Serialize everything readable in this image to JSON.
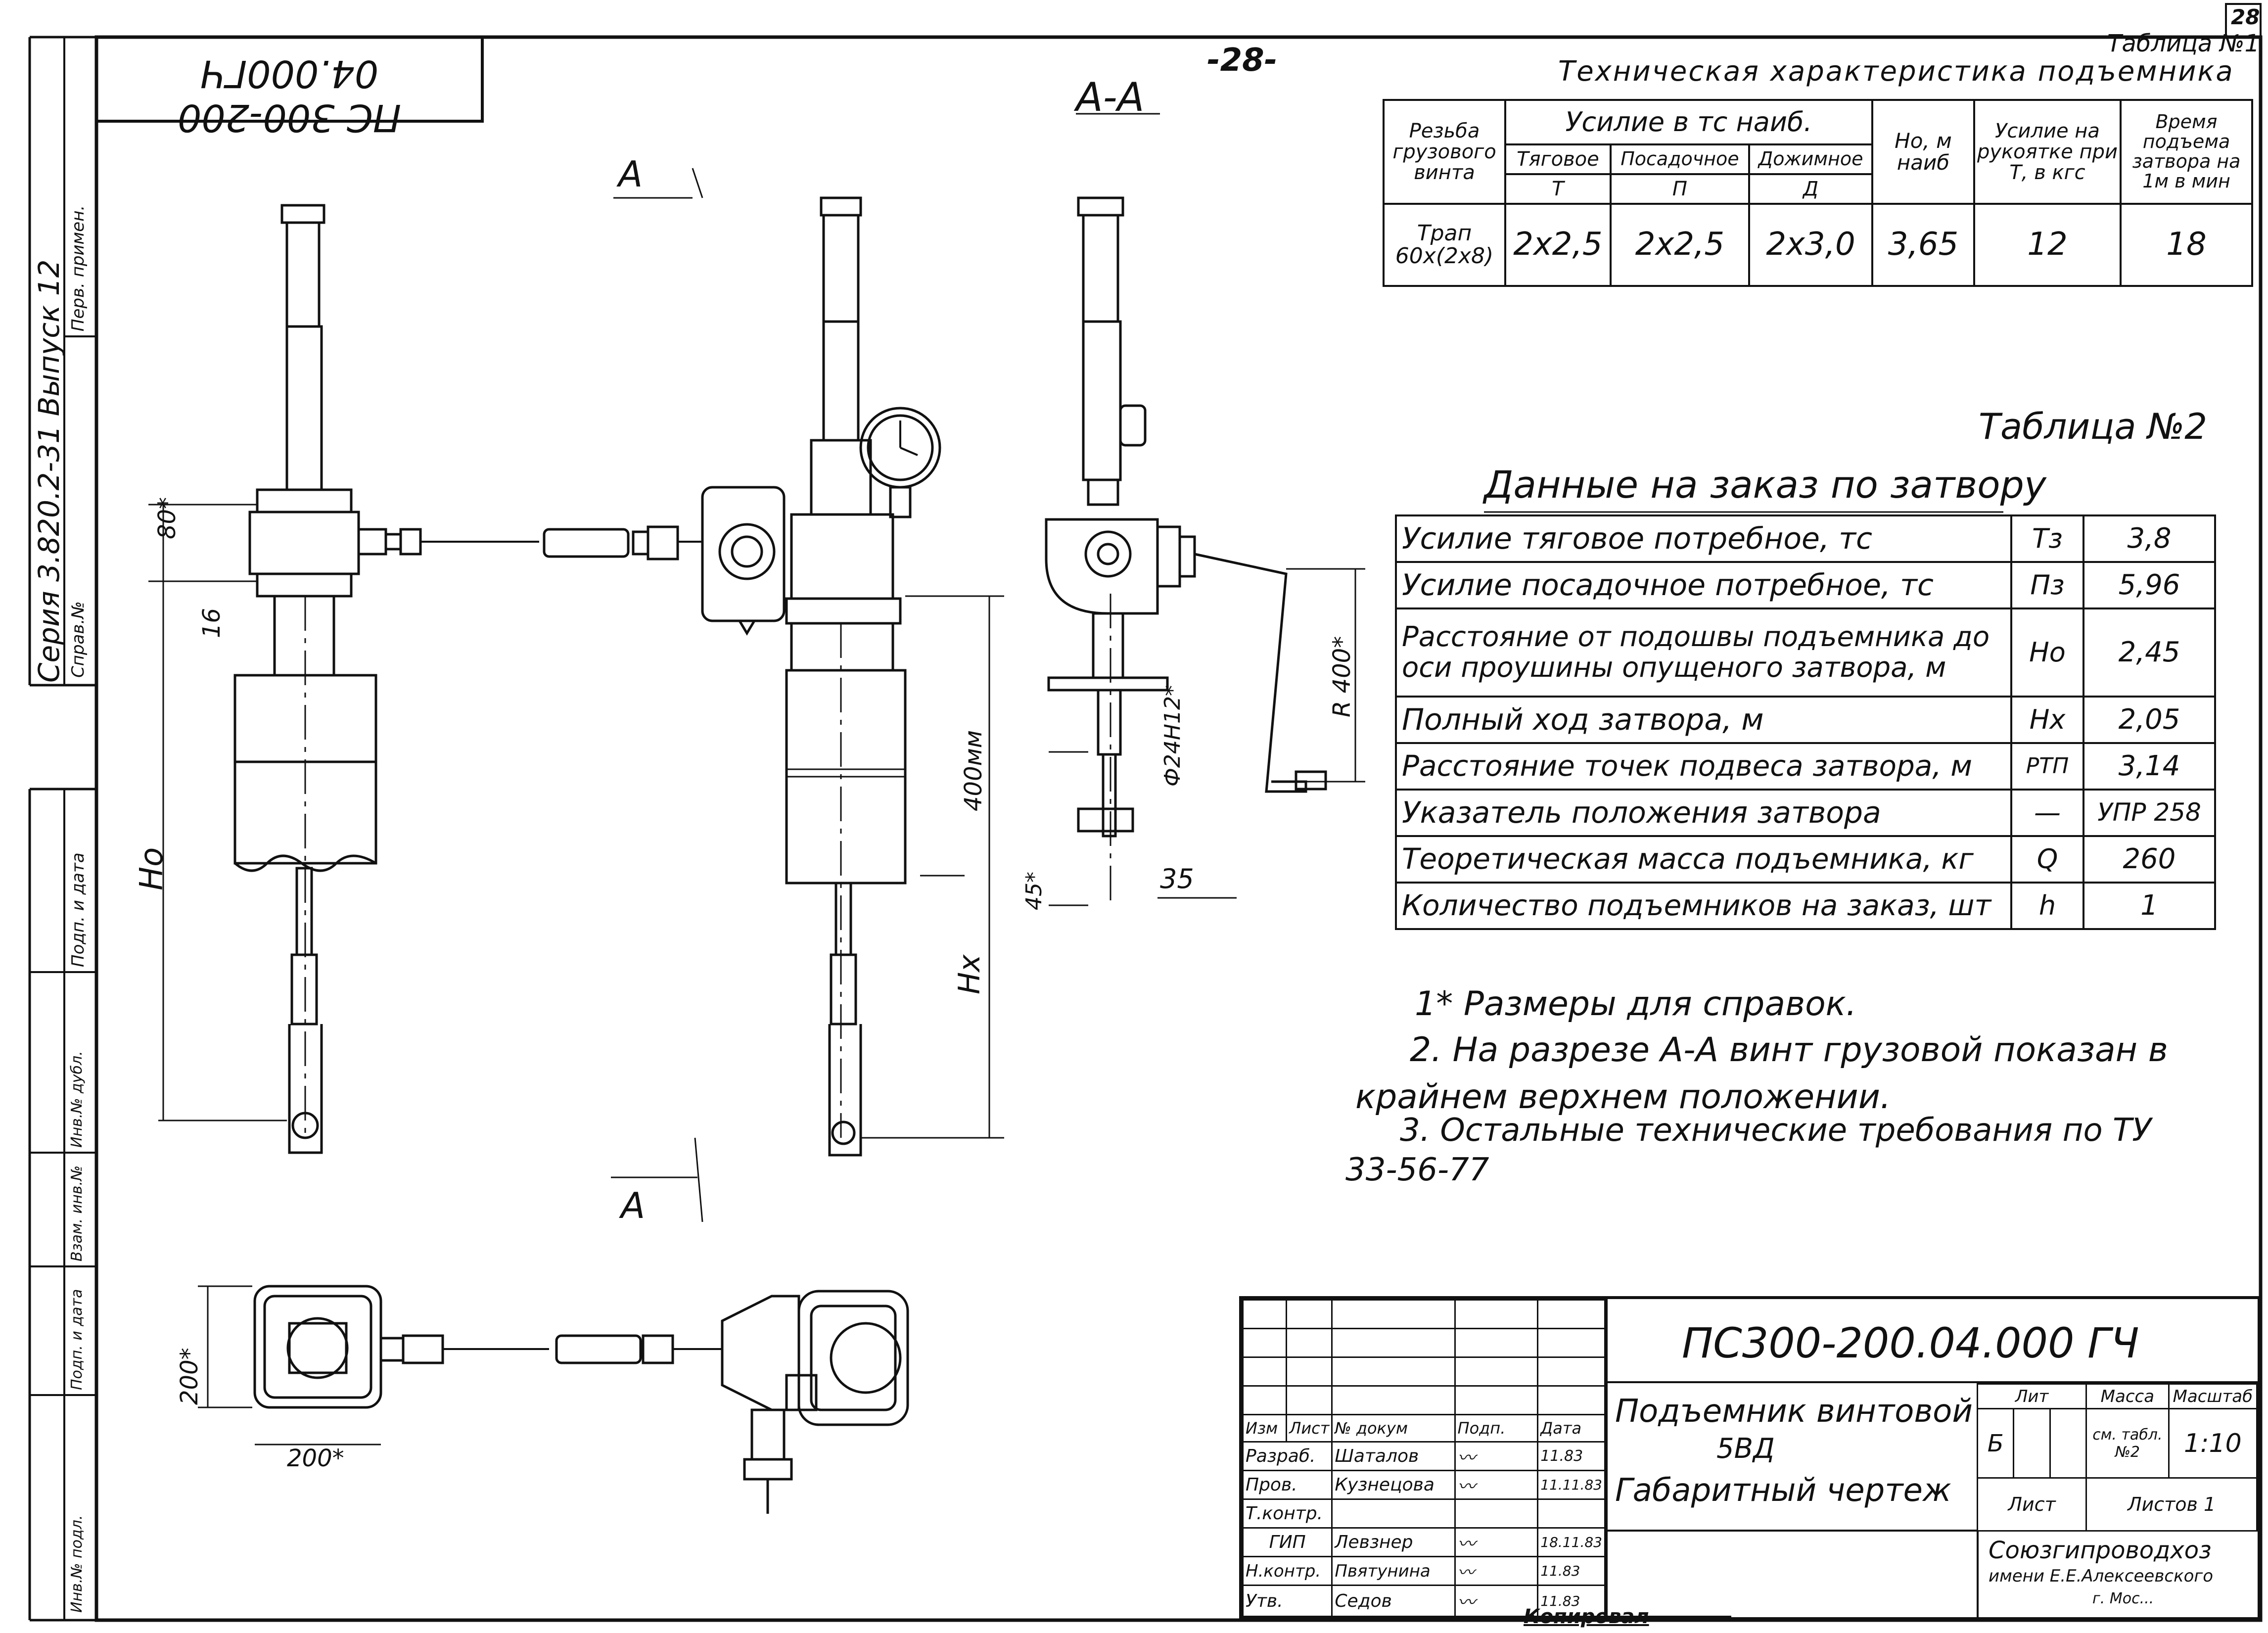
{
  "page": {
    "page_mark": "-28-",
    "sheet_corner": "28",
    "mirrored_code": "ПС 300-200 04.000ГЧ"
  },
  "left_strip": {
    "series": "Серия 3.820.2-31 Выпуск 12",
    "fields": [
      "Перв. примен.",
      "Справ.№",
      "Подп. и дата",
      "Инв.№ дубл.",
      "Взам. инв.№",
      "Подп. и дата",
      "Инв.№ подл."
    ]
  },
  "table1": {
    "caption_number": "Таблица №1",
    "caption_title": "Техническая характеристика подъемника",
    "headers": {
      "thread": "Резьба грузового винта",
      "force_group": "Усилие в тс наиб.",
      "traction": "Тяговое",
      "traction_sym": "T",
      "landing": "Посадочное",
      "landing_sym": "П",
      "press": "Дожимное",
      "press_sym": "Д",
      "height": "Но, м наиб",
      "handle": "Усилие на рукоятке при Т, в кгс",
      "time": "Время подъема затвора на 1м в мин"
    },
    "row": {
      "thread": "Трап 60х(2х8)",
      "traction": "2х2,5",
      "landing": "2х2,5",
      "press": "2х3,0",
      "height": "3,65",
      "handle": "12",
      "time": "18"
    }
  },
  "table2": {
    "caption_number": "Таблица №2",
    "caption_title": "Данные на заказ по затвору",
    "rows": [
      {
        "label": "Усилие тяговое потребное, тс",
        "symbol": "Тз",
        "value": "3,8"
      },
      {
        "label": "Усилие посадочное потребное, тс",
        "symbol": "Пз",
        "value": "5,96"
      },
      {
        "label": "Расстояние от подошвы подъемника до оси проушины опущеного затвора, м",
        "symbol": "Но",
        "value": "2,45"
      },
      {
        "label": "Полный ход затвора, м",
        "symbol": "Нх",
        "value": "2,05"
      },
      {
        "label": "Расстояние точек подвеса затвора, м",
        "symbol": "РТП",
        "value": "3,14"
      },
      {
        "label": "Указатель положения затвора",
        "symbol": "—",
        "value": "УПР 258"
      },
      {
        "label": "Теоретическая масса подъемника, кг",
        "symbol": "Q",
        "value": "260"
      },
      {
        "label": "Количество подъемников на заказ, шт",
        "symbol": "h",
        "value": "1"
      }
    ]
  },
  "notes": [
    "1* Размеры для справок.",
    "2. На разрезе А-А винт грузовой показан в крайнем верхнем положении.",
    "3. Остальные технические требования по ТУ 33-56-77"
  ],
  "drawing_labels": {
    "section_title": "А-А",
    "cut_a_top": "А",
    "cut_a_bottom": "А",
    "dim_80": "80*",
    "dim_16": "16",
    "dim_ho": "Но",
    "dim_400": "400мм",
    "dim_hx": "Нх",
    "dim_r400": "R 400*",
    "dim_bolt": "Ф24Н12*",
    "dim_45": "45*",
    "dim_35": "35",
    "dim_200_v": "200*",
    "dim_200_h": "200*"
  },
  "title_block": {
    "code": "ПС300-200.04.000 ГЧ",
    "name_line1": "Подъемник винтовой",
    "name_line2": "5ВД",
    "name_line3": "Габаритный чертеж",
    "col_headers": [
      "Изм",
      "Лист",
      "№ докум",
      "Подп.",
      "Дата"
    ],
    "signers": [
      {
        "role": "Разраб.",
        "name": "Шаталов",
        "date": "11.83"
      },
      {
        "role": "Пров.",
        "name": "Кузнецова",
        "date": "11.11.83"
      },
      {
        "role": "Т.контр.",
        "name": "",
        "date": ""
      },
      {
        "role": "ГИП",
        "name": "Левзнер",
        "date": "18.11.83"
      },
      {
        "role": "Н.контр.",
        "name": "Пвятунина",
        "date": "11.83"
      },
      {
        "role": "Утв.",
        "name": "Седов",
        "date": "11.83"
      }
    ],
    "lit_label": "Лит",
    "mass_label": "Масса",
    "scale_label": "Масштаб",
    "lit_value": "Б",
    "mass_value": "см. табл. №2",
    "scale_value": "1:10",
    "sheet_label": "Лист",
    "sheets_label": "Листов 1",
    "org_line1": "Союзгипроводхоз",
    "org_line2": "имени Е.Е.Алексеевского",
    "org_line3": "г. Мос..."
  },
  "footer": {
    "copied_by": "Копировал"
  }
}
